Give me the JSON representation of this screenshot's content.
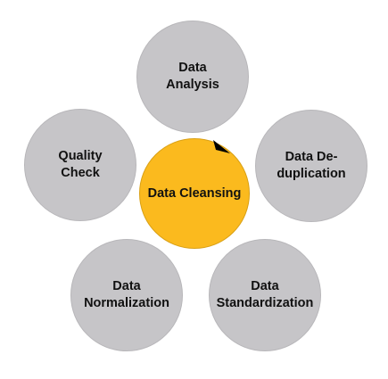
{
  "diagram": {
    "center": {
      "label": "Data Cleansing",
      "color": "#fbba1e"
    },
    "outer_color": "#c6c5c8",
    "nodes": [
      {
        "id": "analysis",
        "label": "Data\nAnalysis"
      },
      {
        "id": "dedup",
        "label": "Data De-\nduplication"
      },
      {
        "id": "standard",
        "label": "Data\nStandardization"
      },
      {
        "id": "normal",
        "label": "Data\nNormalization"
      },
      {
        "id": "quality",
        "label": "Quality\nCheck"
      }
    ]
  }
}
